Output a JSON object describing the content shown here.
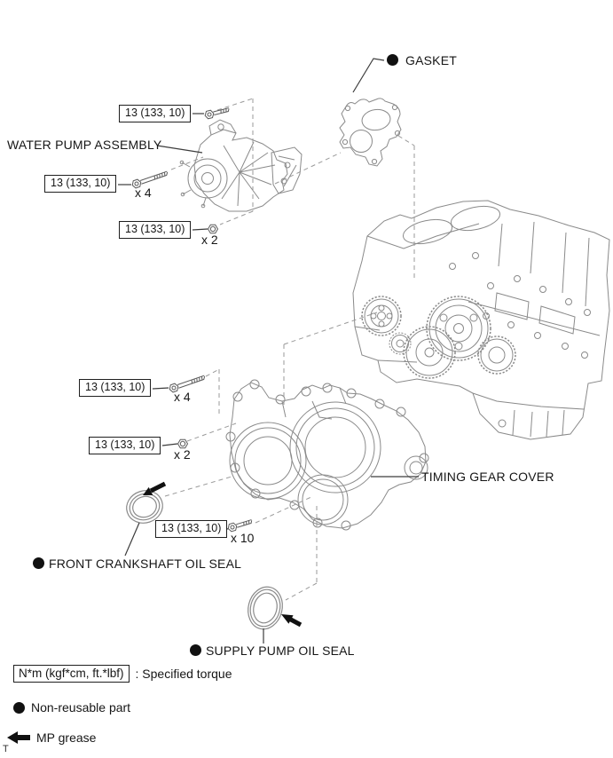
{
  "diagram": {
    "parts": {
      "gasket": "GASKET",
      "water_pump": "WATER PUMP ASSEMBLY",
      "timing_gear_cover": "TIMING GEAR COVER",
      "front_crankshaft_oil_seal": "FRONT CRANKSHAFT OIL SEAL",
      "supply_pump_oil_seal": "SUPPLY PUMP OIL SEAL"
    },
    "torque_specs": [
      {
        "label": "13 (133, 10)",
        "qty": ""
      },
      {
        "label": "13 (133, 10)",
        "qty": "x 4"
      },
      {
        "label": "13 (133, 10)",
        "qty": "x 2"
      },
      {
        "label": "13 (133, 10)",
        "qty": "x 4"
      },
      {
        "label": "13 (133, 10)",
        "qty": "x 2"
      },
      {
        "label": "13 (133, 10)",
        "qty": "x 10"
      }
    ],
    "legend": {
      "torque_symbol": "N*m (kgf*cm, ft.*lbf)",
      "torque_desc": ": Specified torque",
      "non_reusable_desc": "Non-reusable part",
      "mp_grease_desc": "MP grease"
    },
    "footer_mark": "T",
    "colors": {
      "ink": "#161616",
      "art_line": "#8a8a8a",
      "dashed_line": "#9a9a9a",
      "background": "#ffffff"
    }
  }
}
